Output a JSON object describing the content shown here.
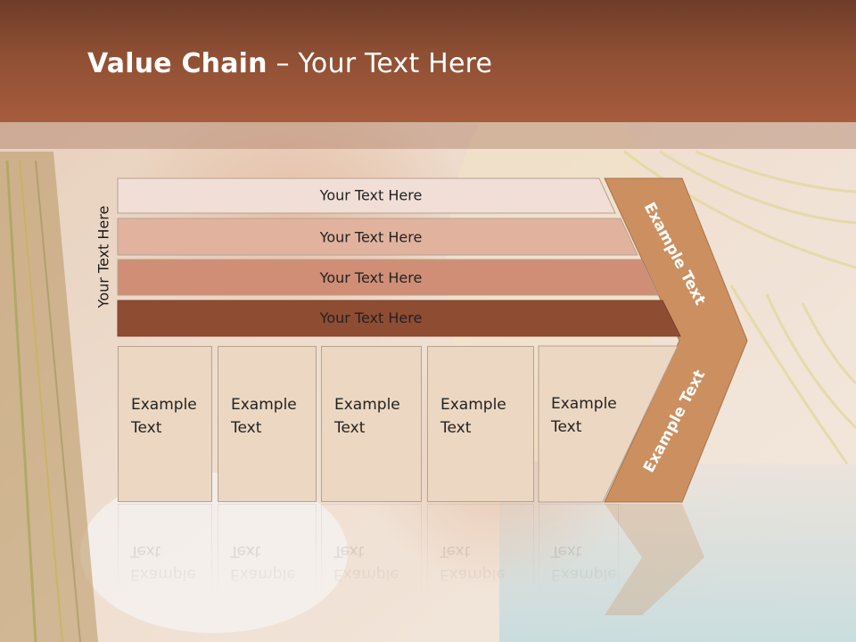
{
  "title": {
    "strong": "Value Chain",
    "rest": " – Your Text Here"
  },
  "left_label": "Your Text Here",
  "bars": [
    {
      "label": "Your Text Here",
      "color": "#f1dfd7"
    },
    {
      "label": "Your Text Here",
      "color": "#e1b39f"
    },
    {
      "label": "Your Text Here",
      "color": "#cf8e75"
    },
    {
      "label": "Your Text Here",
      "color": "#8e4c33"
    }
  ],
  "boxes": [
    {
      "line1": "Example",
      "line2": "Text"
    },
    {
      "line1": "Example",
      "line2": "Text"
    },
    {
      "line1": "Example",
      "line2": "Text"
    },
    {
      "line1": "Example",
      "line2": "Text"
    },
    {
      "line1": "Example",
      "line2": "Text"
    }
  ],
  "chevron": {
    "upper_text": "Example Text",
    "lower_text": "Example Text",
    "color": "#cc8f5f"
  }
}
